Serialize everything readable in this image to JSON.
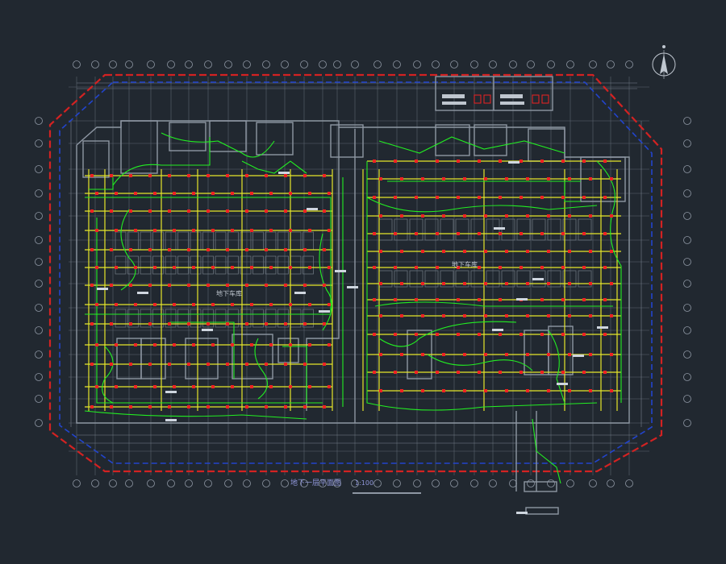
{
  "drawing": {
    "title_main": "地下一层平面图",
    "title_scale": "1:100",
    "area_label_left": "地下车库",
    "area_label_right": "地下车库"
  },
  "colors": {
    "background": "#212830",
    "grid": "#5c6470",
    "walls": "#8e97a3",
    "boundary_red": "#d32222",
    "boundary_blue": "#2244cc",
    "wiring_green": "#22ee22",
    "lighting_yellow": "#e6e62a",
    "fixture_red": "#ee2222",
    "label_text": "#bfc6cf",
    "title_text": "#8f96d8"
  },
  "icons": {
    "north_arrow": "north-arrow-icon"
  }
}
